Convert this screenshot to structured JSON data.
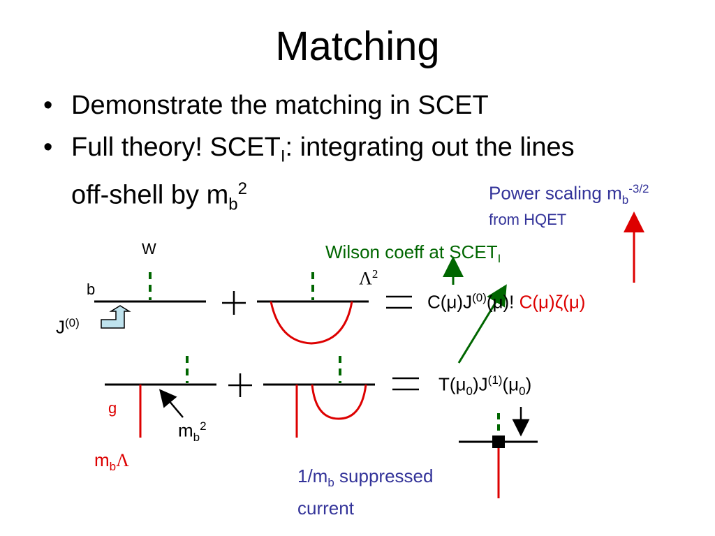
{
  "title": "Matching",
  "bullets": [
    {
      "text": "Demonstrate the matching in SCET"
    },
    {
      "before_sub": "Full theory! SCET",
      "sub": "I",
      "after_sub": ": integrating out the lines",
      "line2_main": "off-shell by m",
      "line2_sub": "b",
      "line2_sup": "2"
    }
  ],
  "annotations": {
    "power_scaling": {
      "text": "Power scaling m",
      "sub": "b",
      "sup": "-3/2",
      "from": "from HQET"
    },
    "wilson": {
      "text": "Wilson coeff at SCET",
      "sub": "I"
    },
    "lambda_sq": {
      "sym": "Λ",
      "sup": "2"
    },
    "W": "W",
    "b": "b",
    "J0": {
      "text": "J",
      "sup": "(0)"
    },
    "g": "g",
    "mb2": {
      "text": "m",
      "sub": "b",
      "sup": "2"
    },
    "mbLambda": {
      "text": "m",
      "sub": "b",
      "sym": "Λ"
    },
    "suppressed": {
      "line1_a": "1/m",
      "line1_sub": "b",
      "line1_b": " suppressed",
      "line2": "current"
    }
  },
  "equations": {
    "row1": {
      "black": "C(μ)J",
      "black_sup": "(0)",
      "black_tail": "(μ)!",
      "red": "C(μ)ζ(μ)"
    },
    "row2": {
      "a": "T(μ",
      "a_sub": "0",
      "b": ")J",
      "b_sup": "(1)",
      "c": "(μ",
      "c_sub": "0",
      "d": ")"
    }
  },
  "colors": {
    "blue": "#333399",
    "green": "#006600",
    "red": "#dd0000",
    "black": "#000000",
    "arrow_fill": "#bfe3ee"
  },
  "icons": [
    "return-arrow-icon",
    "arrow-up-green-icon",
    "arrow-up-red-icon",
    "arrow-down-icon",
    "arrow-pointer-icon",
    "vertex-square-icon"
  ]
}
